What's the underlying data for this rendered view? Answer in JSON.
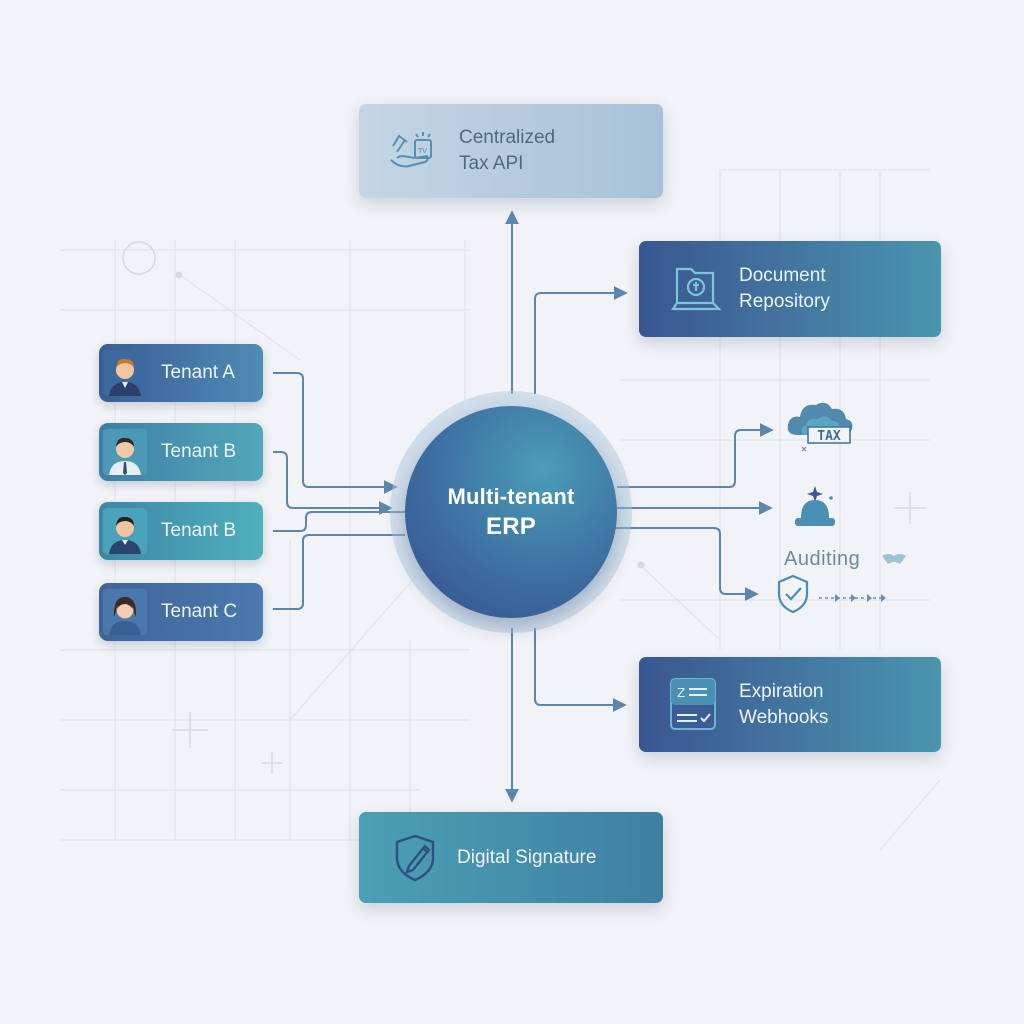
{
  "hub": {
    "line1": "Multi-tenant",
    "line2": "ERP"
  },
  "tenants": [
    "Tenant A",
    "Tenant B",
    "Tenant B",
    "Tenant C"
  ],
  "nodes": {
    "tax_api": {
      "line1": "Centralized",
      "line2": "Tax API"
    },
    "document_repository": {
      "line1": "Document",
      "line2": "Repository"
    },
    "expiration_webhooks": {
      "line1": "Expiration",
      "line2": "Webhooks"
    },
    "digital_signature": {
      "label": "Digital Signature"
    }
  },
  "side_items": {
    "tax_cloud_text": "TAX",
    "auditing": "Auditing"
  },
  "icons": [
    "receipt-hand-icon",
    "folder-icon",
    "cloud-tax-icon",
    "bell-icon",
    "shield-check-icon",
    "document-check-icon",
    "shield-pen-icon",
    "person-avatar-icon"
  ],
  "colors": {
    "accent_dark": "#3a5690",
    "accent_teal": "#4a95b0",
    "connector": "#5d86ad",
    "background": "#f1f3f6"
  }
}
